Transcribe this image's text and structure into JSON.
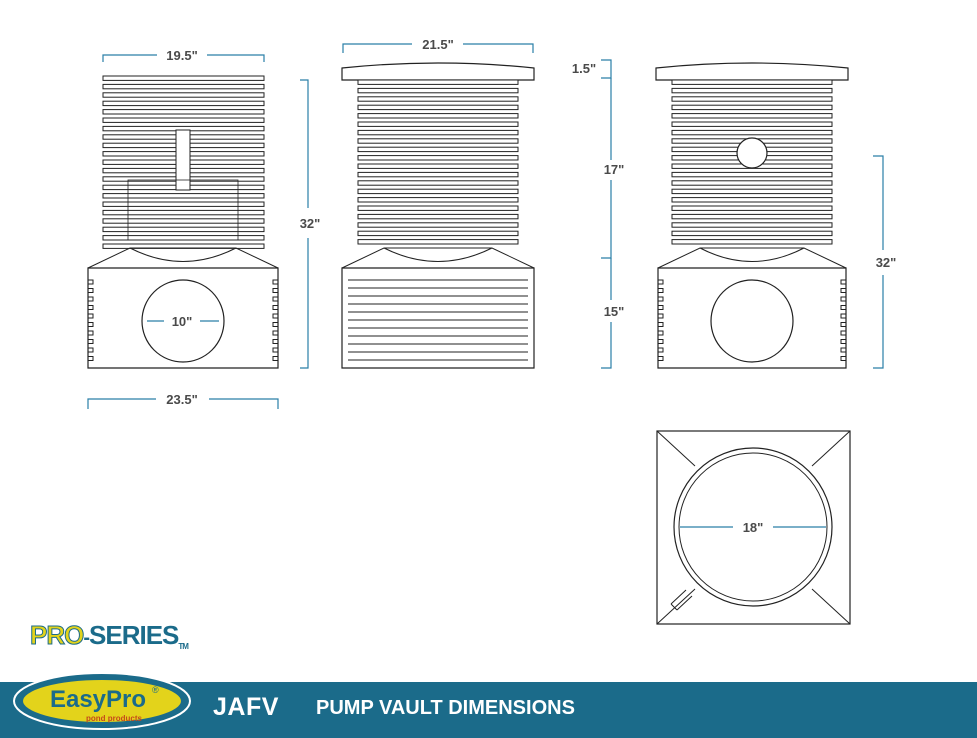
{
  "dimensions": {
    "front_top_width": "19.5\"",
    "front_height": "32\"",
    "front_inlet": "10\"",
    "front_base_width": "23.5\"",
    "side_lid_width": "21.5\"",
    "back_lid_thickness": "1.5\"",
    "back_upper_height": "17\"",
    "back_lower_height": "15\"",
    "back_height": "32\"",
    "top_opening": "18\""
  },
  "branding": {
    "pro": "PRO",
    "dash": "-",
    "series": "SERIES",
    "tm": "TM",
    "logo_text": "EasyPro",
    "logo_sub": "pond products",
    "registered": "®"
  },
  "footer": {
    "model": "JAFV",
    "title": "PUMP VAULT DIMENSIONS"
  },
  "colors": {
    "accent_blue": "#1b6b8a",
    "dimension_line": "#2a7fa8",
    "logo_yellow": "#e3d31b"
  }
}
